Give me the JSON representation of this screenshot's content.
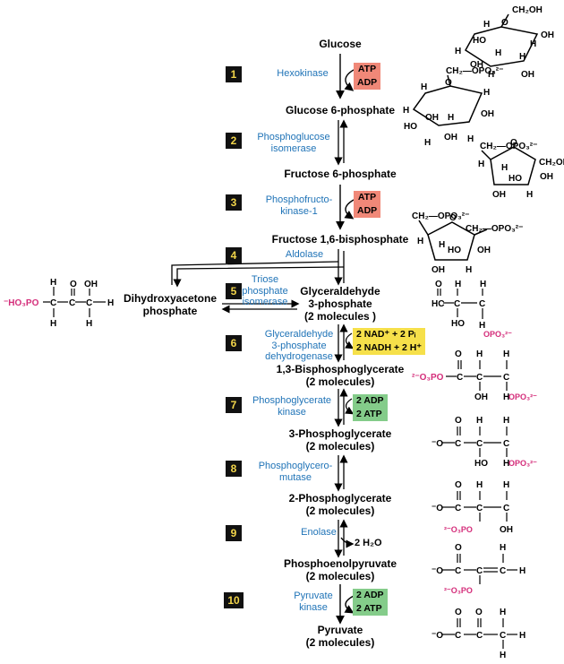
{
  "steps": [
    "1",
    "2",
    "3",
    "4",
    "5",
    "6",
    "7",
    "8",
    "9",
    "10"
  ],
  "metabolites": {
    "glucose": "Glucose",
    "g6p": "Glucose 6-phosphate",
    "f6p": "Fructose 6-phosphate",
    "f16bp": "Fructose 1,6-bisphosphate",
    "gap": "Glyceraldehyde",
    "gap_l2": "3-phosphate",
    "gap_l3": "(2 molecules )",
    "dhap": "Dihydroxyacetone",
    "dhap_l2": "phosphate",
    "bpg": "1,3-Bisphosphoglycerate",
    "bpg_l2": "(2 molecules)",
    "pg3": "3-Phosphoglycerate",
    "pg3_l2": "(2 molecules)",
    "pg2": "2-Phosphoglycerate",
    "pg2_l2": "(2 molecules)",
    "pep": "Phosphoenolpyruvate",
    "pep_l2": "(2 molecules)",
    "pyr": "Pyruvate",
    "pyr_l2": "(2 molecules)"
  },
  "enzymes": {
    "e1": "Hexokinase",
    "e2a": "Phosphoglucose",
    "e2b": "isomerase",
    "e3a": "Phosphofructo-",
    "e3b": "kinase-1",
    "e4": "Aldolase",
    "e5a": "Triose",
    "e5b": "phosphate",
    "e5c": "isomerase",
    "e6a": "Glyceraldehyde",
    "e6b": "3-phosphate",
    "e6c": "dehydrogenase",
    "e7a": "Phosphoglycerate",
    "e7b": "kinase",
    "e8a": "Phosphoglycero-",
    "e8b": "mutase",
    "e9": "Enolase",
    "e10a": "Pyruvate",
    "e10b": "kinase"
  },
  "cofactors": {
    "s1_in": "ATP",
    "s1_out": "ADP",
    "s3_in": "ATP",
    "s3_out": "ADP",
    "s6_in": "2 NAD⁺ + 2 Pᵢ",
    "s6_out": "2 NADH + 2 H⁺",
    "s7_in": "2 ADP",
    "s7_out": "2 ATP",
    "s9_out": "2 H₂O",
    "s10_in": "2 ADP",
    "s10_out": "2 ATP"
  },
  "structures": {
    "g6p_group": "CH₂—OPO₃²⁻",
    "f6p_group": "CH₂—OPO₃²⁻",
    "f6p_ch2oh": "CH₂OH",
    "f16bp_left": "CH₂—OPO₃²⁻",
    "f16bp_right": "CH₂—OPO₃²⁻",
    "glucose_ch2oh": "CH₂OH",
    "dhap_formula": "⁻HO₃PO",
    "opo3": "OPO₃²⁻",
    "bpg_left": "²⁻O₃PO",
    "o2po": "²⁻O₃PO"
  },
  "colors": {
    "enzyme": "#1f73b7",
    "phosphate": "#d42d7a",
    "atp_box": "#f08878",
    "adp_atp_box": "#84cc8a",
    "nad_box": "#f6e04a",
    "step_badge_bg": "#111111",
    "step_badge_text": "#f2d54a"
  }
}
